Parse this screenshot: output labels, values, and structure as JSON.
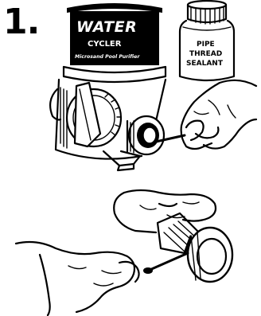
{
  "step": {
    "number": "1."
  },
  "filter": {
    "brand_word": "WATER",
    "brand_word2": "CYCLER",
    "brand_tagline": "Microsand Pool Purifier"
  },
  "sealant_bottle": {
    "label_line1": "PIPE",
    "label_line2": "THREAD",
    "label_line3": "SEALANT"
  },
  "colors": {
    "ink": "#000000",
    "paper": "#ffffff"
  }
}
